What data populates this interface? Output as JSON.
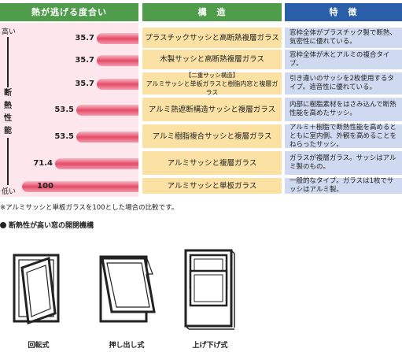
{
  "headers": {
    "col1": "熱が逃げる度合い",
    "col2": "構　造",
    "col3": "特　徴"
  },
  "axis": {
    "high": "高い",
    "low": "低い",
    "label": "断熱性能"
  },
  "rows": [
    {
      "value": "35.7",
      "num": 35.7,
      "structure": "プラスチックサッシと高断熱複層ガラス",
      "structure_small": "",
      "feature": "窓枠全体がプラスチック製で断熱、気密性に優れている。"
    },
    {
      "value": "35.7",
      "num": 35.7,
      "structure": "木製サッシと高断熱複層ガラス",
      "structure_small": "",
      "feature": "窓枠全体が木とアルミの複合タイプ。"
    },
    {
      "value": "35.7",
      "num": 35.7,
      "structure": "アルミサッシと単板ガラスと樹脂内窓と複層ガラス",
      "structure_small": "【二重サッシ構造】",
      "feature": "引き違いのサッシを2枚使用するタイプ。遮音性に優れている。"
    },
    {
      "value": "53.5",
      "num": 53.5,
      "structure": "アルミ熱遮断構造サッシと複層ガラス",
      "structure_small": "",
      "feature": "内部に樹脂素材をはさみ込んで断熱性能を高めたサッシ。"
    },
    {
      "value": "53.5",
      "num": 53.5,
      "structure": "アルミ樹脂複合サッシと複層ガラス",
      "structure_small": "",
      "feature": "アルミ＋樹脂で断熱性能を高めるとともに室内側、外観を高めることをねらったサッシ。"
    },
    {
      "value": "71.4",
      "num": 71.4,
      "structure": "アルミサッシと複層ガラス",
      "structure_small": "",
      "feature": "ガラスが複層ガラス。サッシはアルミ製のもの。"
    },
    {
      "value": "100",
      "num": 100,
      "structure": "アルミサッシと単板ガラス",
      "structure_small": "",
      "feature": "一般的なタイプ。ガラスは1枚でサッシはアルミ製。"
    }
  ],
  "note": "※アルミサッシと単板ガラスを100とした場合の比較です。",
  "section_title": "断熱性が高い窓の開閉機構",
  "windows": [
    {
      "label": "回転式",
      "icon": "pivot-window-icon"
    },
    {
      "label": "押し出し式",
      "icon": "awning-window-icon"
    },
    {
      "label": "上げ下げ式",
      "icon": "double-hung-window-icon"
    }
  ]
}
